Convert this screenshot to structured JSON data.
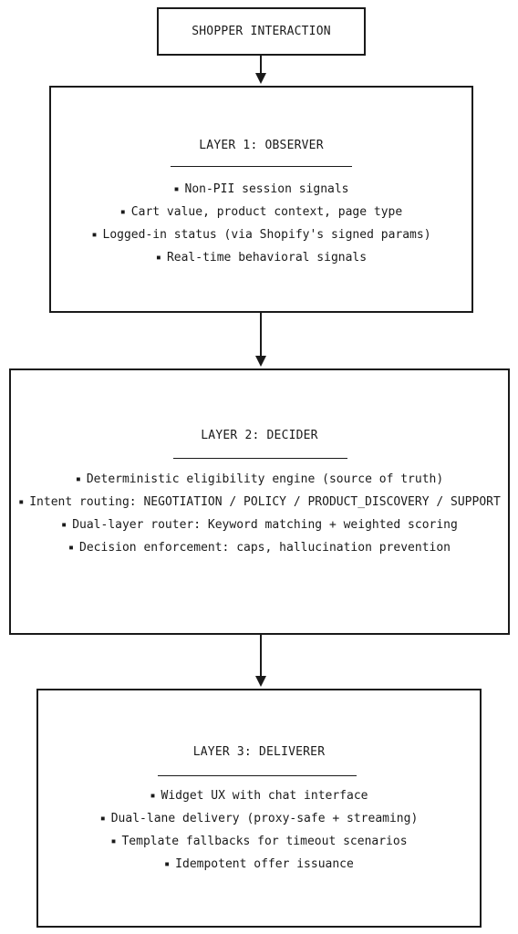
{
  "top": {
    "label": "SHOPPER INTERACTION"
  },
  "layers": [
    {
      "title": "LAYER 1: OBSERVER",
      "items": [
        "Non-PII session signals",
        "Cart value, product context, page type",
        "Logged-in status (via Shopify's signed params)",
        "Real-time behavioral signals"
      ]
    },
    {
      "title": "LAYER 2: DECIDER",
      "items": [
        "Deterministic eligibility engine (source of truth)",
        "Intent routing: NEGOTIATION / POLICY / PRODUCT_DISCOVERY / SUPPORT",
        "Dual-layer router: Keyword matching + weighted scoring",
        "Decision enforcement: caps, hallucination prevention"
      ]
    },
    {
      "title": "LAYER 3: DELIVERER",
      "items": [
        "Widget UX with chat interface",
        "Dual-lane delivery (proxy-safe + streaming)",
        "Template fallbacks for timeout scenarios",
        "Idempotent offer issuance"
      ]
    }
  ]
}
